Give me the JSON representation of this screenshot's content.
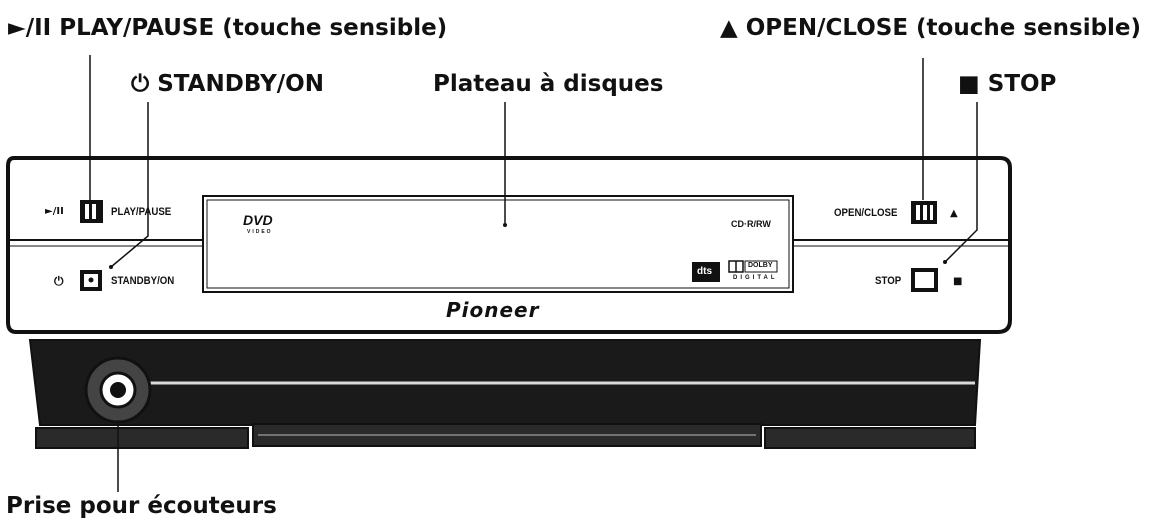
{
  "callouts": {
    "play_pause": "PLAY/PAUSE (touche sensible)",
    "play_pause_symbol": "►/II",
    "standby_on": "STANDBY/ON",
    "standby_symbol": "⏻",
    "disc_tray": "Plateau à disques",
    "open_close": "OPEN/CLOSE (touche sensible)",
    "open_close_symbol": "▲",
    "stop": "STOP",
    "stop_symbol": "■",
    "headphone_jack": "Prise pour écouteurs"
  },
  "panel": {
    "play_pause_label": "PLAY/PAUSE",
    "play_pause_symbol": "►/II",
    "standby_label": "STANDBY/ON",
    "standby_symbol": "⏻",
    "open_close_label": "OPEN/CLOSE",
    "eject_symbol": "▲",
    "stop_label": "STOP",
    "stop_symbol": "■",
    "brand": "Pioneer",
    "dvd_logo": "DVD",
    "dvd_sub": "VIDEO",
    "cd_logo": "CD·R/RW",
    "dolby_label": "DOLBY",
    "digital_label": "DIGITAL",
    "dts_label": "dts"
  }
}
